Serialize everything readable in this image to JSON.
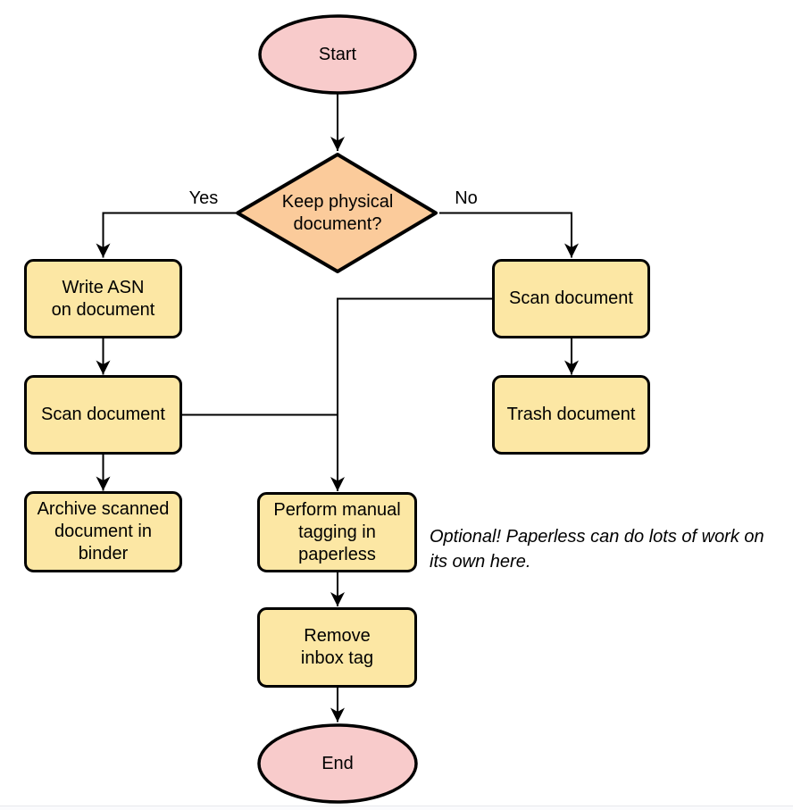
{
  "colors": {
    "terminator_fill": "#F8CBCB",
    "decision_fill": "#FBCB9B",
    "process_fill": "#FCE7A4",
    "stroke": "#000000",
    "page_divider": "#E7E8EC"
  },
  "nodes": {
    "start": {
      "label": "Start"
    },
    "decision": {
      "label": "Keep physical\ndocument?"
    },
    "write_asn": {
      "label": "Write ASN\non document"
    },
    "scan_left": {
      "label": "Scan document"
    },
    "archive": {
      "label": "Archive scanned\ndocument in\nbinder"
    },
    "scan_right": {
      "label": "Scan document"
    },
    "trash": {
      "label": "Trash document"
    },
    "perform_tagging": {
      "label": "Perform manual\ntagging in\npaperless"
    },
    "remove_inbox": {
      "label": "Remove\ninbox tag"
    },
    "end": {
      "label": "End"
    }
  },
  "edge_labels": {
    "yes": "Yes",
    "no": "No"
  },
  "annotation": "Optional! Paperless can do lots of work on\nits own here."
}
